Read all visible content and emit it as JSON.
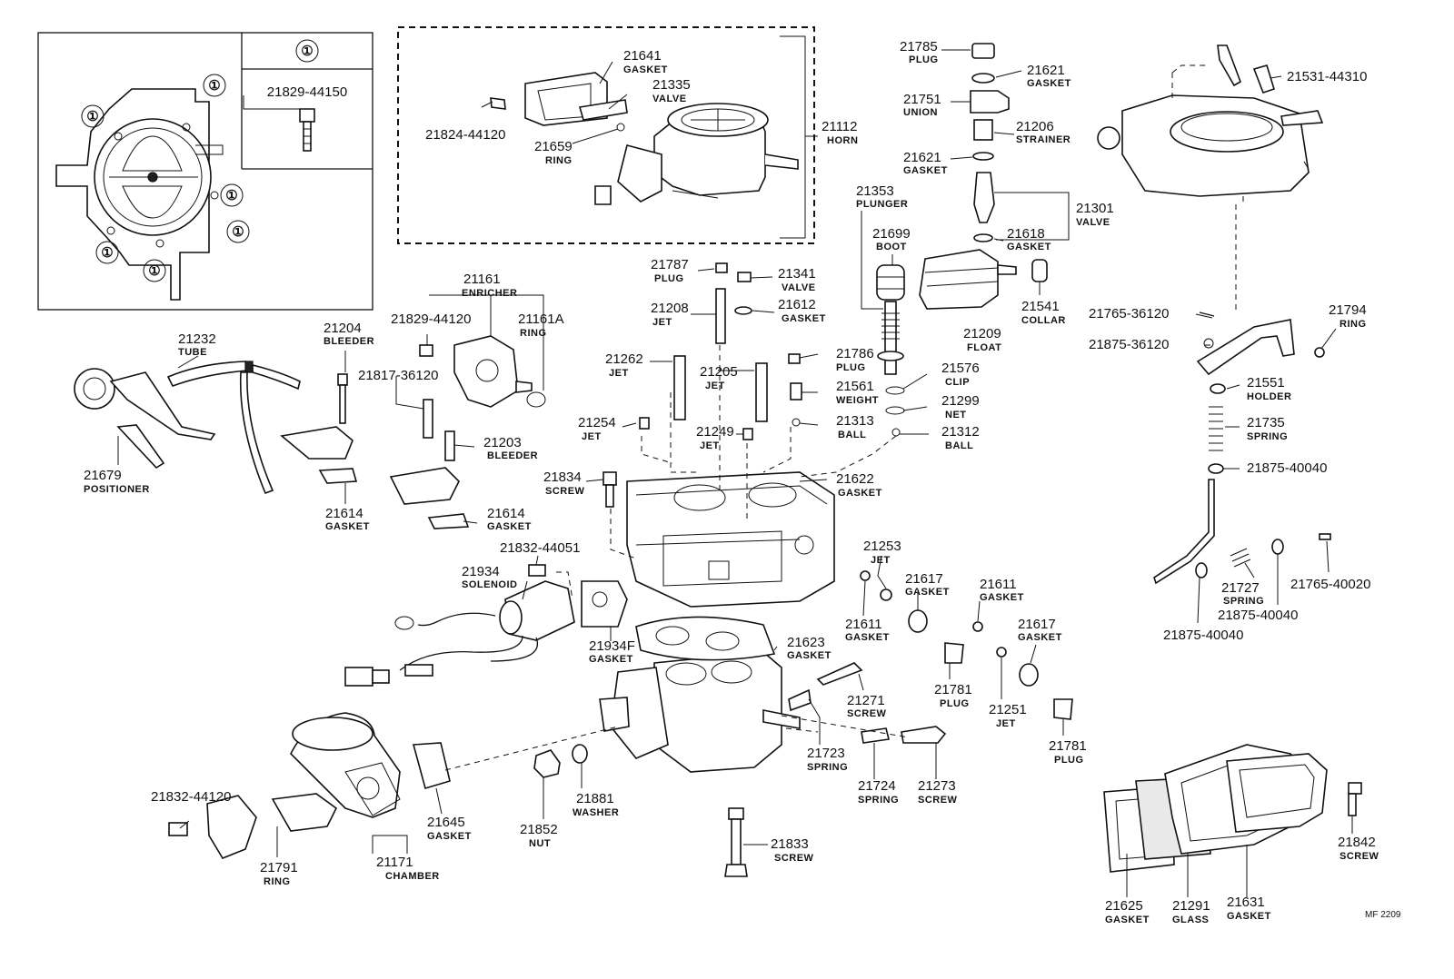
{
  "inset": {
    "header_symbol": "①",
    "part_no": "21829-44150",
    "markers": [
      "①",
      "①",
      "①",
      "①",
      "①",
      "①"
    ]
  },
  "callouts": [
    {
      "id": "21641",
      "no": "21641",
      "name": "GASKET"
    },
    {
      "id": "21335",
      "no": "21335",
      "name": "VALVE"
    },
    {
      "id": "21824-44120",
      "no": "21824-44120",
      "name": ""
    },
    {
      "id": "21659",
      "no": "21659",
      "name": "RING"
    },
    {
      "id": "21112",
      "no": "21112",
      "name": "HORN"
    },
    {
      "id": "21785",
      "no": "21785",
      "name": "PLUG"
    },
    {
      "id": "21621a",
      "no": "21621",
      "name": "GASKET"
    },
    {
      "id": "21751",
      "no": "21751",
      "name": "UNION"
    },
    {
      "id": "21206",
      "no": "21206",
      "name": "STRAINER"
    },
    {
      "id": "21621b",
      "no": "21621",
      "name": "GASKET"
    },
    {
      "id": "21531-44310",
      "no": "21531-44310",
      "name": ""
    },
    {
      "id": "21353",
      "no": "21353",
      "name": "PLUNGER"
    },
    {
      "id": "21301",
      "no": "21301",
      "name": "VALVE"
    },
    {
      "id": "21699",
      "no": "21699",
      "name": "BOOT"
    },
    {
      "id": "21618",
      "no": "21618",
      "name": "GASKET"
    },
    {
      "id": "21541",
      "no": "21541",
      "name": "COLLAR"
    },
    {
      "id": "21209",
      "no": "21209",
      "name": "FLOAT"
    },
    {
      "id": "21765-36120",
      "no": "21765-36120",
      "name": ""
    },
    {
      "id": "21794",
      "no": "21794",
      "name": "RING"
    },
    {
      "id": "21875-36120",
      "no": "21875-36120",
      "name": ""
    },
    {
      "id": "21551",
      "no": "21551",
      "name": "HOLDER"
    },
    {
      "id": "21735",
      "no": "21735",
      "name": "SPRING"
    },
    {
      "id": "21875-40040a",
      "no": "21875-40040",
      "name": ""
    },
    {
      "id": "21727",
      "no": "21727",
      "name": "SPRING"
    },
    {
      "id": "21765-40020",
      "no": "21765-40020",
      "name": ""
    },
    {
      "id": "21875-40040b",
      "no": "21875-40040",
      "name": ""
    },
    {
      "id": "21875-40040c",
      "no": "21875-40040",
      "name": ""
    },
    {
      "id": "21787",
      "no": "21787",
      "name": "PLUG"
    },
    {
      "id": "21341",
      "no": "21341",
      "name": "VALVE"
    },
    {
      "id": "21208",
      "no": "21208",
      "name": "JET"
    },
    {
      "id": "21612",
      "no": "21612",
      "name": "GASKET"
    },
    {
      "id": "21161",
      "no": "21161",
      "name": "ENRICHER"
    },
    {
      "id": "21829-44120",
      "no": "21829-44120",
      "name": ""
    },
    {
      "id": "21161A",
      "no": "21161A",
      "name": "RING"
    },
    {
      "id": "21232",
      "no": "21232",
      "name": "TUBE"
    },
    {
      "id": "21204",
      "no": "21204",
      "name": "BLEEDER"
    },
    {
      "id": "21817-36120",
      "no": "21817-36120",
      "name": ""
    },
    {
      "id": "21262",
      "no": "21262",
      "name": "JET"
    },
    {
      "id": "21786",
      "no": "21786",
      "name": "PLUG"
    },
    {
      "id": "21205",
      "no": "21205",
      "name": "JET"
    },
    {
      "id": "21576",
      "no": "21576",
      "name": "CLIP"
    },
    {
      "id": "21561",
      "no": "21561",
      "name": "WEIGHT"
    },
    {
      "id": "21299",
      "no": "21299",
      "name": "NET"
    },
    {
      "id": "21313",
      "no": "21313",
      "name": "BALL"
    },
    {
      "id": "21312",
      "no": "21312",
      "name": "BALL"
    },
    {
      "id": "21254",
      "no": "21254",
      "name": "JET"
    },
    {
      "id": "21249",
      "no": "21249",
      "name": "JET"
    },
    {
      "id": "21203",
      "no": "21203",
      "name": "BLEEDER"
    },
    {
      "id": "21679",
      "no": "21679",
      "name": "POSITIONER"
    },
    {
      "id": "21834",
      "no": "21834",
      "name": "SCREW"
    },
    {
      "id": "21622",
      "no": "21622",
      "name": "GASKET"
    },
    {
      "id": "21614a",
      "no": "21614",
      "name": "GASKET"
    },
    {
      "id": "21614b",
      "no": "21614",
      "name": "GASKET"
    },
    {
      "id": "21832-44051",
      "no": "21832-44051",
      "name": ""
    },
    {
      "id": "21934",
      "no": "21934",
      "name": "SOLENOID"
    },
    {
      "id": "21253",
      "no": "21253",
      "name": "JET"
    },
    {
      "id": "21617a",
      "no": "21617",
      "name": "GASKET"
    },
    {
      "id": "21611a",
      "no": "21611",
      "name": "GASKET"
    },
    {
      "id": "21611b",
      "no": "21611",
      "name": "GASKET"
    },
    {
      "id": "21934F",
      "no": "21934F",
      "name": "GASKET"
    },
    {
      "id": "21623",
      "no": "21623",
      "name": "GASKET"
    },
    {
      "id": "21617b",
      "no": "21617",
      "name": "GASKET"
    },
    {
      "id": "21781a",
      "no": "21781",
      "name": "PLUG"
    },
    {
      "id": "21251",
      "no": "21251",
      "name": "JET"
    },
    {
      "id": "21271",
      "no": "21271",
      "name": "SCREW"
    },
    {
      "id": "21781b",
      "no": "21781",
      "name": "PLUG"
    },
    {
      "id": "21723",
      "no": "21723",
      "name": "SPRING"
    },
    {
      "id": "21724",
      "no": "21724",
      "name": "SPRING"
    },
    {
      "id": "21273",
      "no": "21273",
      "name": "SCREW"
    },
    {
      "id": "21852",
      "no": "21852",
      "name": "NUT"
    },
    {
      "id": "21881",
      "no": "21881",
      "name": "WASHER"
    },
    {
      "id": "21645",
      "no": "21645",
      "name": "GASKET"
    },
    {
      "id": "21832-44120",
      "no": "21832-44120",
      "name": ""
    },
    {
      "id": "21791",
      "no": "21791",
      "name": "RING"
    },
    {
      "id": "21171",
      "no": "21171",
      "name": "CHAMBER"
    },
    {
      "id": "21833",
      "no": "21833",
      "name": "SCREW"
    },
    {
      "id": "21842",
      "no": "21842",
      "name": "SCREW"
    },
    {
      "id": "21625",
      "no": "21625",
      "name": "GASKET"
    },
    {
      "id": "21291",
      "no": "21291",
      "name": "GLASS"
    },
    {
      "id": "21631",
      "no": "21631",
      "name": "GASKET"
    }
  ],
  "figure_code": "MF 2209"
}
